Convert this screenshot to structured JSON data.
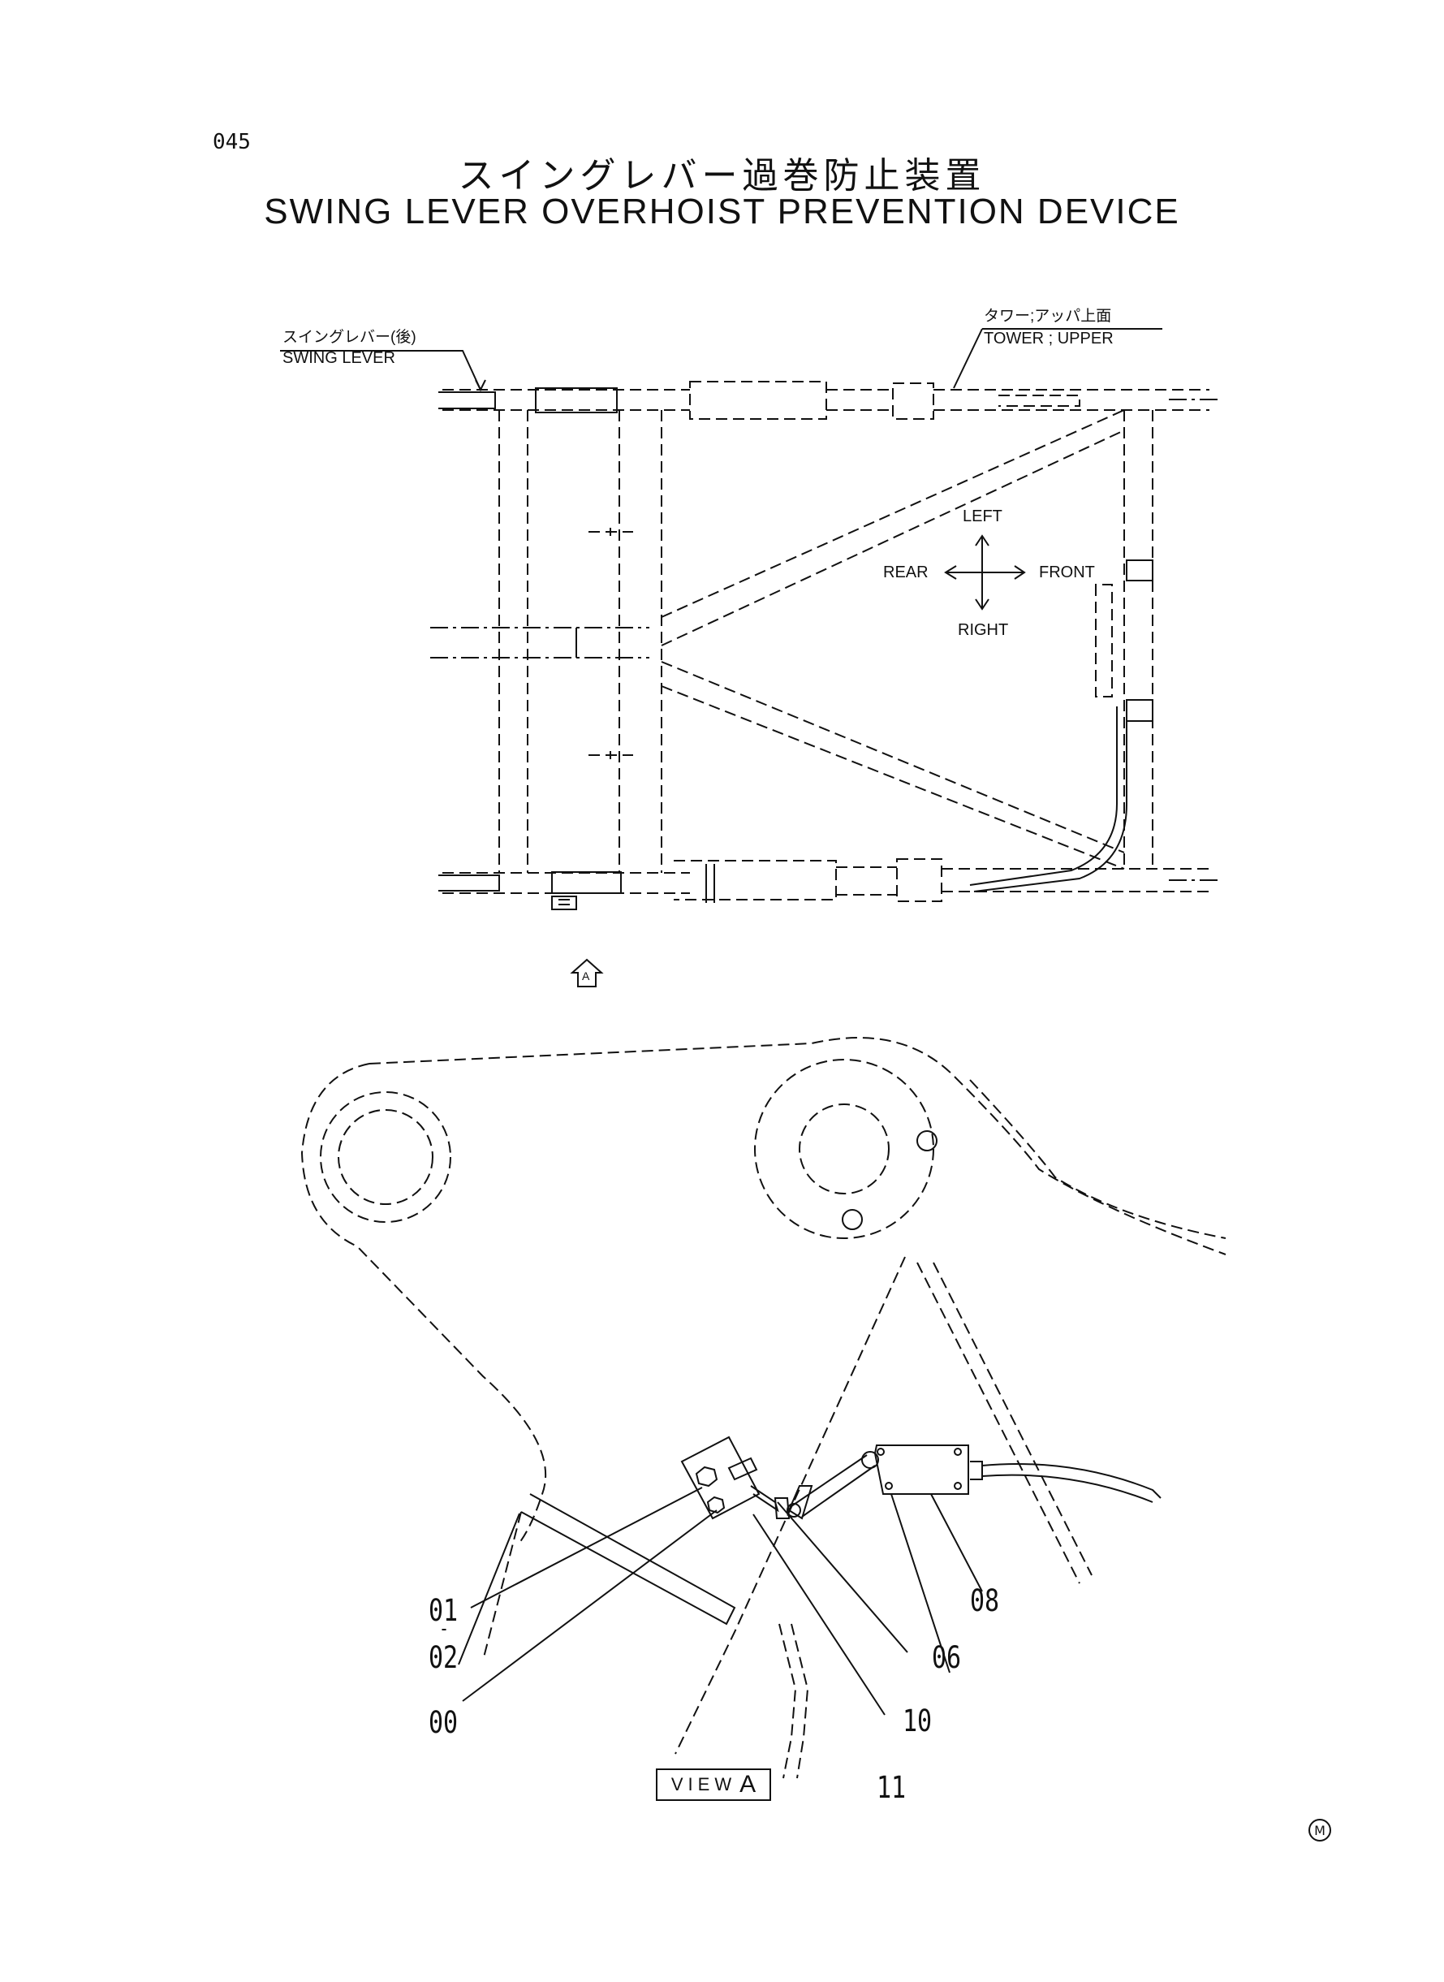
{
  "page": {
    "number": "045",
    "title_jp": "スイングレバー過巻防止装置",
    "title_en": "SWING LEVER OVERHOIST PREVENTION DEVICE"
  },
  "top_view": {
    "swing_lever_jp": "スイングレバー(後)",
    "swing_lever_en": "SWING LEVER",
    "tower_jp": "タワー;アッパ上面",
    "tower_en": "TOWER ; UPPER",
    "directions": {
      "left": "LEFT",
      "right": "RIGHT",
      "rear": "REAR",
      "front": "FRONT"
    },
    "view_marker": "A"
  },
  "view_a": {
    "label_text": "VIEW",
    "label_letter": "A",
    "parts": [
      "01",
      "-",
      "02",
      "00",
      "10",
      "11",
      "06",
      "08"
    ]
  },
  "footer": {
    "mark": "M"
  }
}
